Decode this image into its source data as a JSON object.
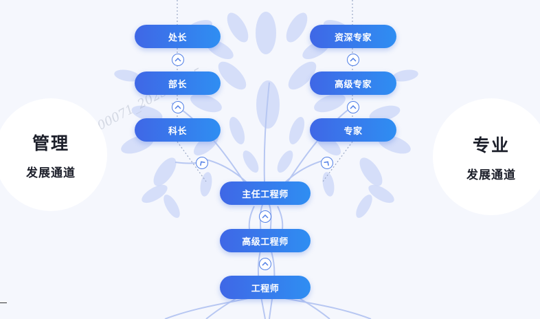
{
  "management": {
    "title": "管理",
    "subtitle": "发展通道",
    "levels": [
      "处长",
      "部长",
      "科长"
    ]
  },
  "professional": {
    "title": "专业",
    "subtitle": "发展通道",
    "levels": [
      "资深专家",
      "高级专家",
      "专家"
    ]
  },
  "engineering": {
    "levels": [
      "主任工程师",
      "高级工程师",
      "工程师"
    ]
  },
  "watermark": "1100071_2023-02-15",
  "colors": {
    "node_start": "#3f67e6",
    "node_end": "#2f8ef2",
    "leaf": "#c9d6f7",
    "trunk": "#b7c7f2",
    "background": "#f5f7fd"
  }
}
